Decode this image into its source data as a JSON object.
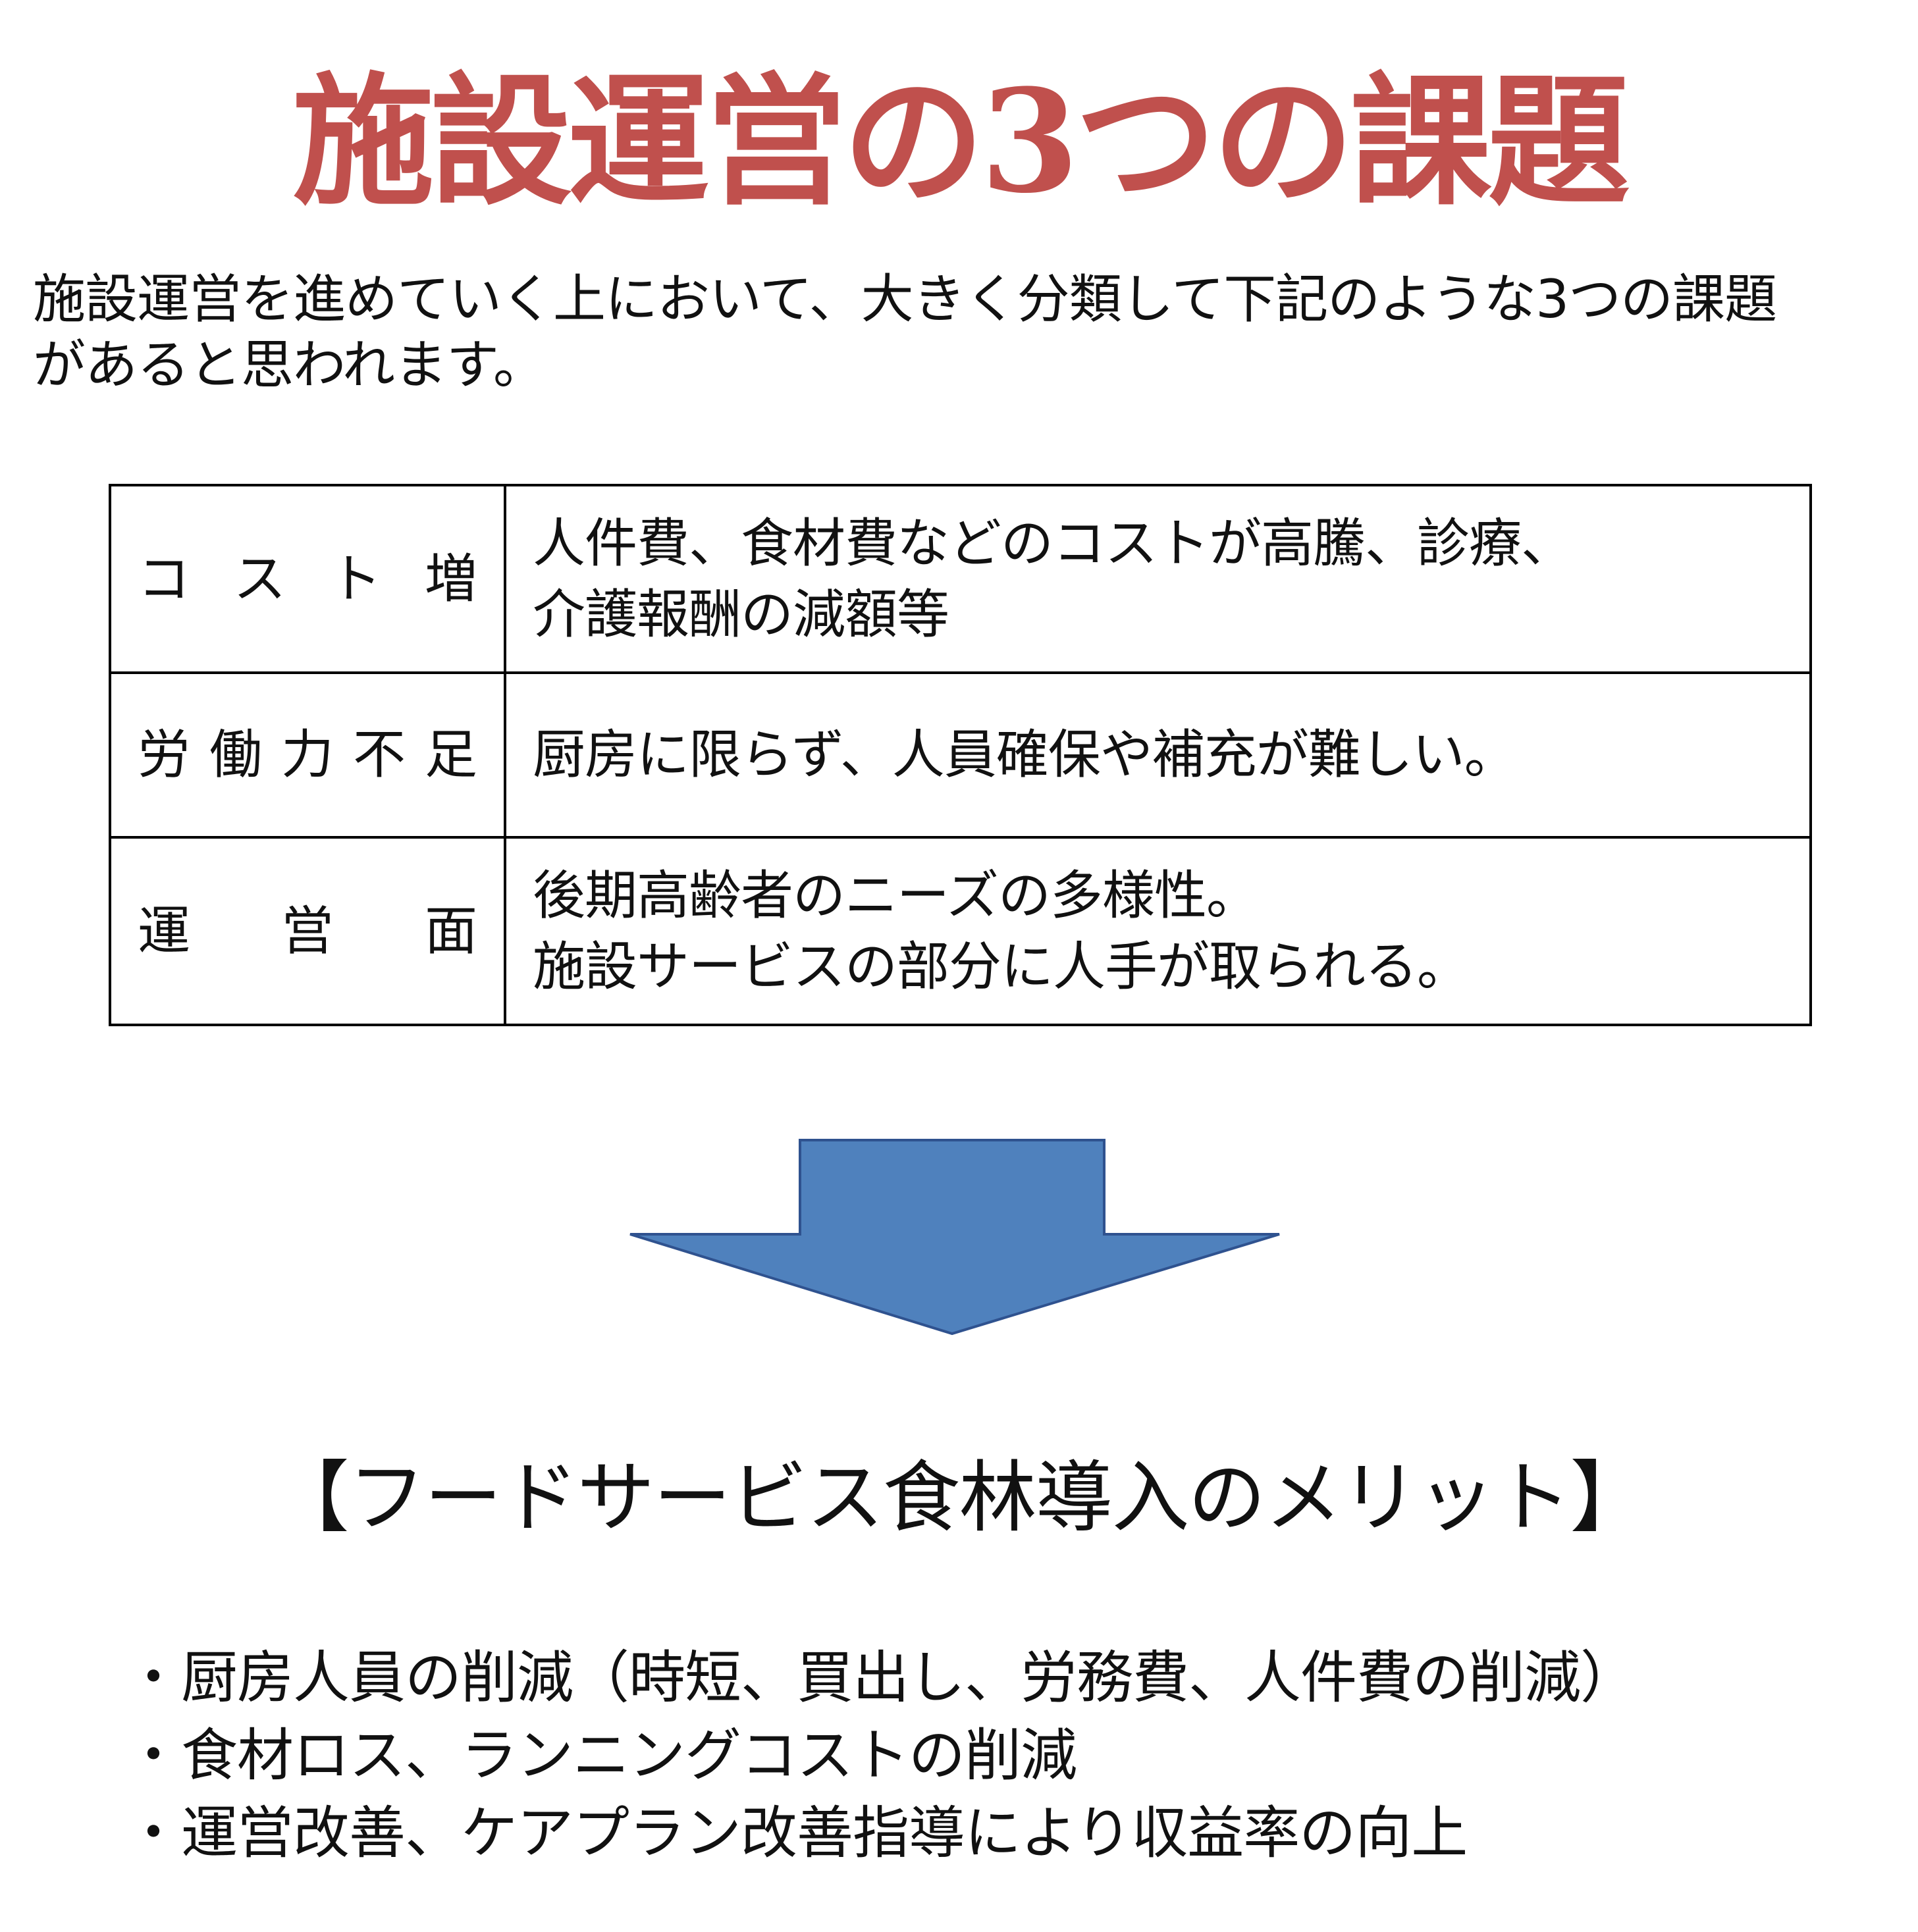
{
  "title": "施設運営の3つの課題",
  "colors": {
    "title": "#c0504d",
    "arrow_fill": "#4f81bd",
    "arrow_stroke": "#2f528f",
    "table_border": "#000000"
  },
  "intro": {
    "line1": "施設運営を進めていく上において、大きく分類して下記のような3つの課題",
    "line2": "があると思われます。"
  },
  "issues": [
    {
      "category": "コスト増",
      "lines": [
        "人件費、食材費などのコストが高騰、診療、",
        "介護報酬の減額等"
      ]
    },
    {
      "category": "労働力不足",
      "lines": [
        "厨房に限らず、人員確保や補充が難しい。"
      ]
    },
    {
      "category": "運営面",
      "lines": [
        "後期高齢者のニーズの多様性。",
        "施設サービスの部分に人手が取られる。"
      ]
    }
  ],
  "arrow_icon": "down-arrow-icon",
  "merits": {
    "heading": "【フードサービス食林導入のメリット】",
    "items": [
      "・厨房人員の削減（時短、買出し、労務費、人件費の削減）",
      "・食材ロス、ランニングコストの削減",
      "・運営改善、ケアプラン改善指導により収益率の向上"
    ]
  }
}
